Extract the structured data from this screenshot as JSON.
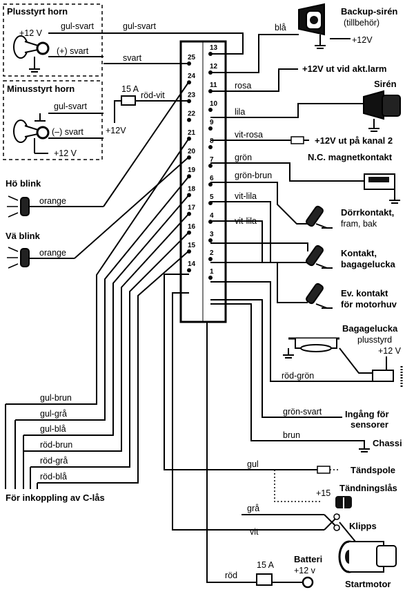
{
  "connector": {
    "left_pins": [
      "25",
      "24",
      "23",
      "22",
      "21",
      "20",
      "19",
      "18",
      "17",
      "16",
      "15",
      "14"
    ],
    "right_pins": [
      "13",
      "12",
      "11",
      "10",
      "9",
      "8",
      "7",
      "6",
      "5",
      "4",
      "3",
      "2",
      "1"
    ]
  },
  "horns": {
    "plus_title": "Plusstyrt horn",
    "plus_12v": "+12 V",
    "plus_wire1": "gul-svart",
    "plus_wire2": "(+) svart",
    "minus_title": "Minusstyrt horn",
    "minus_wire1": "gul-svart",
    "minus_wire2": "(–) svart",
    "minus_12v": "+12 V"
  },
  "left_wires": {
    "gul_svart": "gul-svart",
    "svart": "svart",
    "fuse": "15 A",
    "rod_vit": "röd-vit",
    "plus12v": "+12V"
  },
  "blinkers": {
    "ho_title": "Hö blink",
    "ho_wire": "orange",
    "va_title": "Vä blink",
    "va_wire": "orange"
  },
  "c_lock": {
    "wires": [
      "gul-brun",
      "gul-grå",
      "gul-blå",
      "röd-brun",
      "röd-grå",
      "röd-blå"
    ],
    "caption": "För inkoppling av C-lås"
  },
  "right_side": {
    "backup_siren": "Backup-sirén",
    "backup_sub": "(tillbehör)",
    "backup_12v": "+12V",
    "bla": "blå",
    "out_alarm": "+12V ut vid akt.larm",
    "rosa": "rosa",
    "siren": "Sirén",
    "lila": "lila",
    "vit_rosa": "vit-rosa",
    "kanal2": "+12V ut på kanal 2",
    "gron": "grön",
    "nc_contact": "N.C. magnetkontakt",
    "gron_brun": "grön-brun",
    "vit_lila_1": "vit-lila",
    "vit_lila_2": "vit-lila",
    "door_contact": "Dörrkontakt,",
    "door_sub": "fram, bak",
    "trunk_contact": "Kontakt,",
    "trunk_sub": "bagagelucka",
    "hood_contact": "Ev. kontakt",
    "hood_sub": "för motorhuv",
    "trunk_title": "Bagagelucka",
    "trunk_plus": "plusstyrd",
    "trunk_12v": "+12 V",
    "rod_gron": "röd-grön",
    "gron_svart": "grön-svart",
    "sensor_in": "Ingång för",
    "sensor_sub": "sensorer",
    "brun": "brun",
    "chassi": "Chassi",
    "gul": "gul",
    "coil": "Tändspole",
    "ign_lock": "Tändningslås",
    "plus15": "+15",
    "gra": "grå",
    "cut": "Klipps",
    "vit": "vit",
    "fuse2": "15 A",
    "battery": "Batteri",
    "battery_12v": "+12 v",
    "rod": "röd",
    "starter": "Startmotor"
  }
}
